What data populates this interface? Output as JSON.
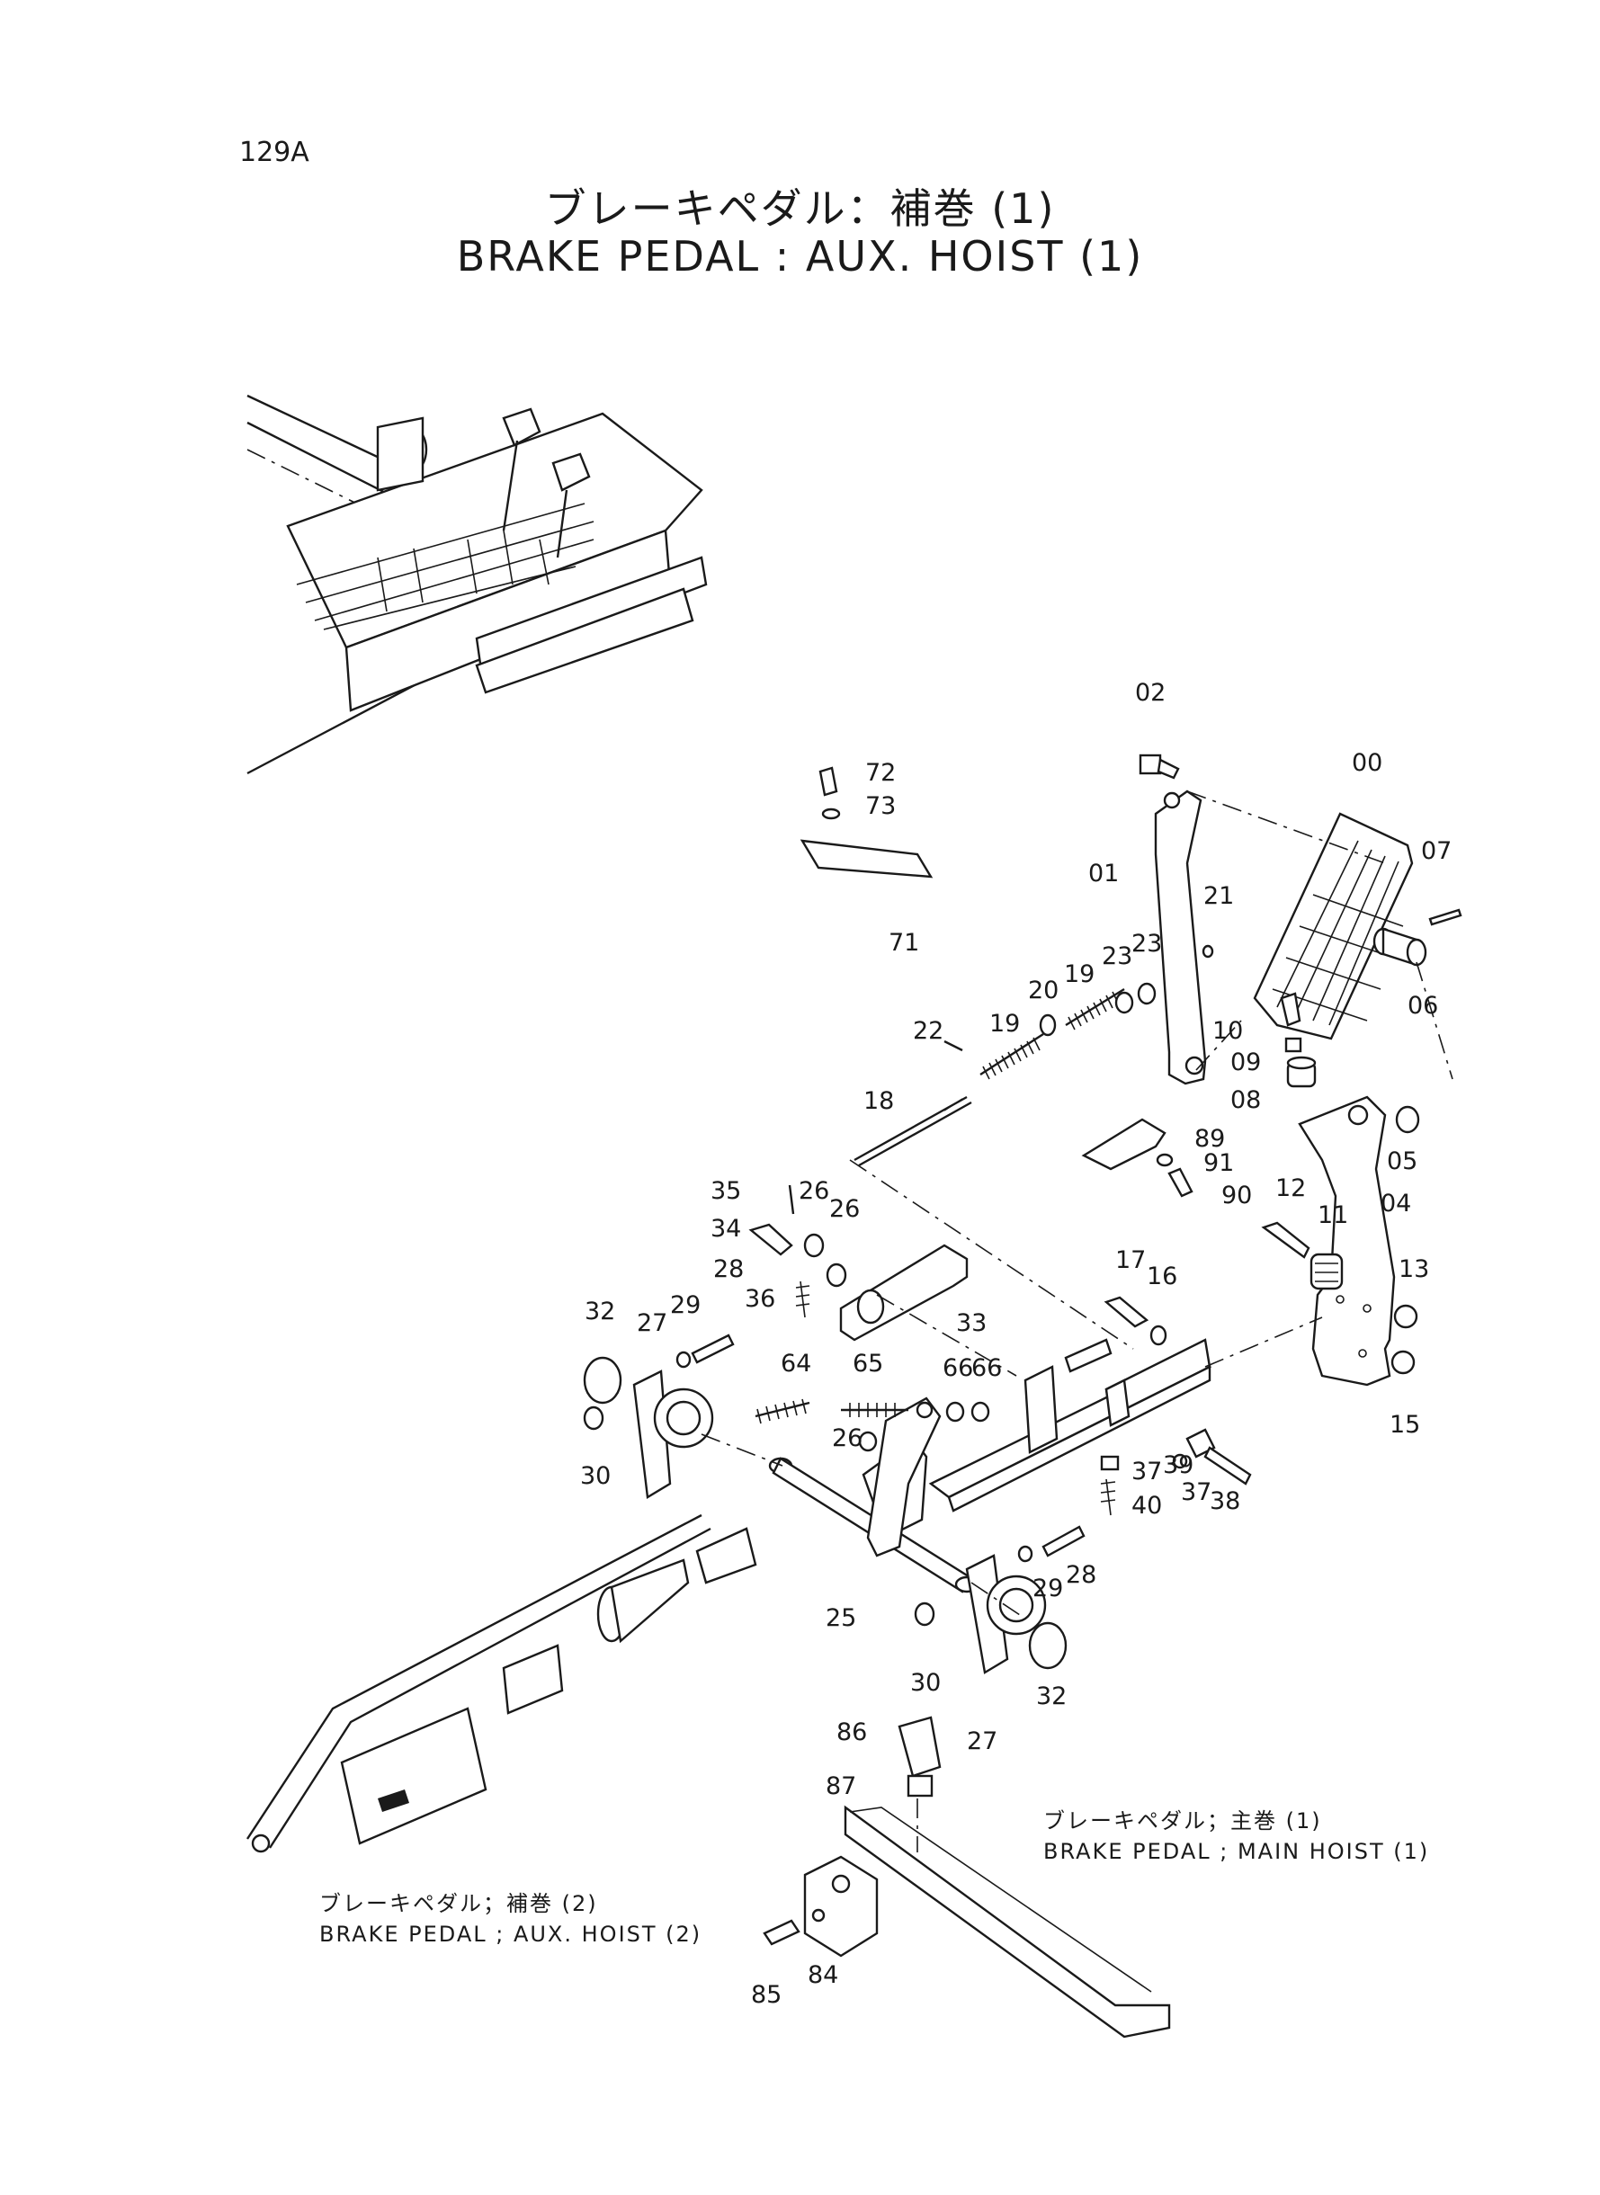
{
  "page": {
    "number": "129A",
    "title_ja": "ブレーキペダル：補巻 (1)",
    "title_en": "BRAKE  PEDAL : AUX.  HOIST (1)"
  },
  "references": {
    "main_hoist_ja": "ブレーキペダル；主巻 (1)",
    "main_hoist_en": "BRAKE PEDAL ; MAIN HOIST (1)",
    "aux_hoist_ja": "ブレーキペダル；補巻 (2)",
    "aux_hoist_en": "BRAKE PEDAL ; AUX. HOIST (2)"
  },
  "callouts": {
    "c00": "00",
    "c01": "01",
    "c02": "02",
    "c04": "04",
    "c05": "05",
    "c06": "06",
    "c07": "07",
    "c08": "08",
    "c09": "09",
    "c10": "10",
    "c11": "11",
    "c12": "12",
    "c13": "13",
    "c15": "15",
    "c16": "16",
    "c17": "17",
    "c18": "18",
    "c19a": "19",
    "c19b": "19",
    "c20": "20",
    "c21": "21",
    "c22": "22",
    "c23a": "23",
    "c23b": "23",
    "c25": "25",
    "c26a": "26",
    "c26b": "26",
    "c26c": "26",
    "c27a": "27",
    "c27b": "27",
    "c28a": "28",
    "c28b": "28",
    "c29a": "29",
    "c29b": "29",
    "c30a": "30",
    "c30b": "30",
    "c32a": "32",
    "c32b": "32",
    "c33": "33",
    "c34": "34",
    "c35": "35",
    "c36": "36",
    "c37a": "37",
    "c37b": "37",
    "c38": "38",
    "c39": "39",
    "c40": "40",
    "c64": "64",
    "c65": "65",
    "c66a": "66",
    "c66b": "66",
    "c71": "71",
    "c72": "72",
    "c73": "73",
    "c84": "84",
    "c85": "85",
    "c86": "86",
    "c87": "87",
    "c89": "89",
    "c90": "90",
    "c91": "91"
  }
}
